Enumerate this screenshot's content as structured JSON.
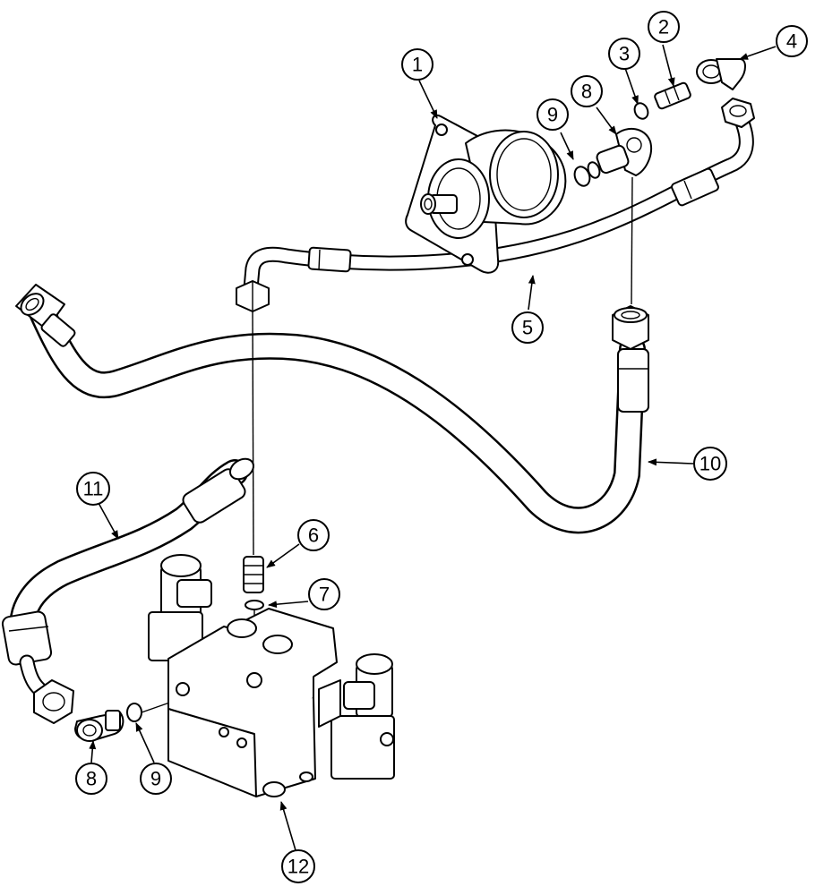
{
  "callouts": [
    {
      "id": "c1",
      "label": "1"
    },
    {
      "id": "c2",
      "label": "2"
    },
    {
      "id": "c3",
      "label": "3"
    },
    {
      "id": "c4",
      "label": "4"
    },
    {
      "id": "c5",
      "label": "5"
    },
    {
      "id": "c6",
      "label": "6"
    },
    {
      "id": "c7",
      "label": "7"
    },
    {
      "id": "c8a",
      "label": "8"
    },
    {
      "id": "c8b",
      "label": "8"
    },
    {
      "id": "c9a",
      "label": "9"
    },
    {
      "id": "c9b",
      "label": "9"
    },
    {
      "id": "c10",
      "label": "10"
    },
    {
      "id": "c11",
      "label": "11"
    },
    {
      "id": "c12",
      "label": "12"
    }
  ]
}
